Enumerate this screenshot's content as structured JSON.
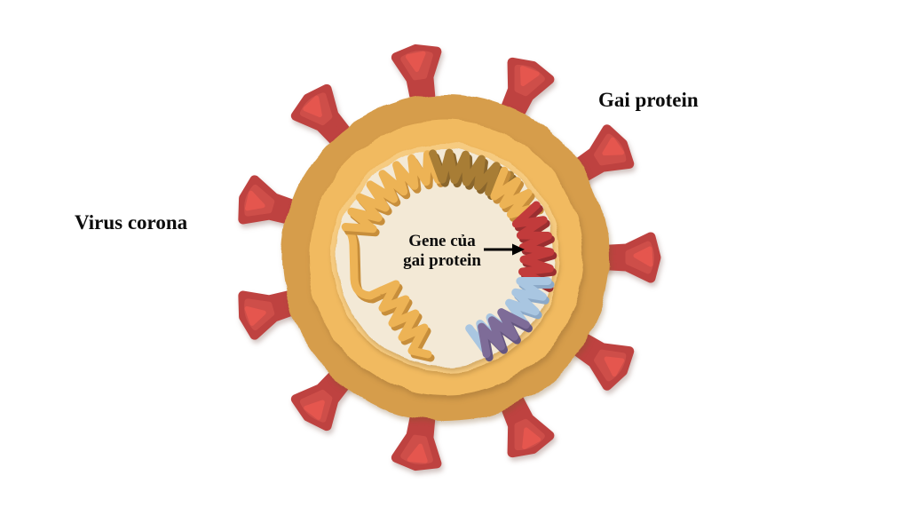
{
  "labels": {
    "virus": "Virus corona",
    "spike": "Gai protein",
    "gene_line1": "Gene của",
    "gene_line2": "gai protein"
  },
  "palette": {
    "background": "#ffffff",
    "envelope_outer": "#D69D4B",
    "envelope_mid": "#F1BA60",
    "envelope_inner": "#F6CB80",
    "core": "#F3E9D6",
    "spike_dark": "#BE4240",
    "spike_mid": "#CE4E49",
    "spike_light": "#E5564E",
    "rna_gold": "#EDB355",
    "rna_gold_shadow": "#C78E3B",
    "rna_brown": "#A87D35",
    "rna_brown_shadow": "#8A662C",
    "rna_red": "#C23B3B",
    "rna_red_shadow": "#9A2E30",
    "rna_blue": "#A9C6E1",
    "rna_blue_shadow": "#8CA9C8",
    "rna_purple": "#7E6C98",
    "rna_purple_shadow": "#655680",
    "arrow": "#000000",
    "text": "#0c0c0c"
  }
}
